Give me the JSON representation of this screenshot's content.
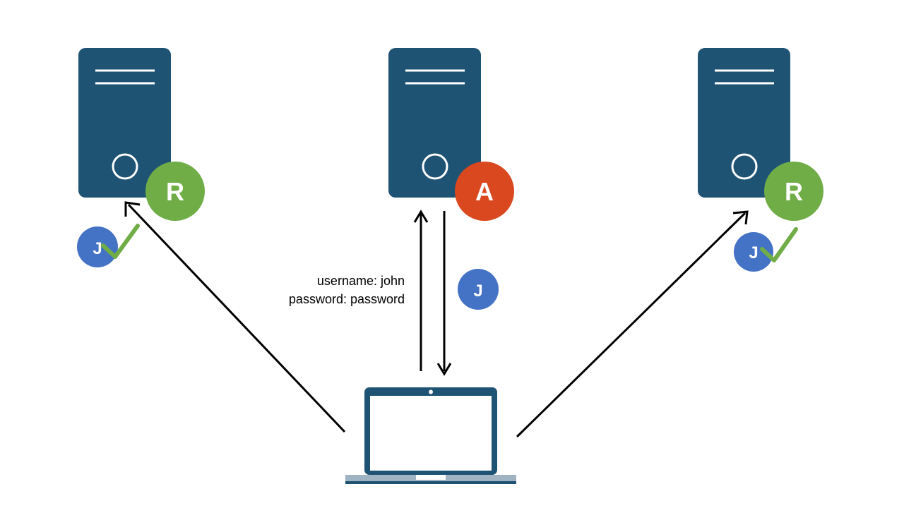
{
  "credentials": {
    "username_line": "username: john",
    "password_line": "password: password"
  },
  "servers": {
    "left": {
      "badge_letter": "R",
      "badge_color": "#70AD47",
      "token_letter": "J",
      "verified": true
    },
    "center": {
      "badge_letter": "A",
      "badge_color": "#D9481E"
    },
    "right": {
      "badge_letter": "R",
      "badge_color": "#70AD47",
      "token_letter": "J",
      "verified": true
    }
  },
  "token": {
    "letter": "J",
    "color": "#4472C4"
  },
  "colors": {
    "server_body": "#1F5374",
    "laptop_frame": "#1F5374",
    "laptop_base": "#9FB3C3",
    "check": "#70AD47",
    "arrow": "#000000"
  }
}
